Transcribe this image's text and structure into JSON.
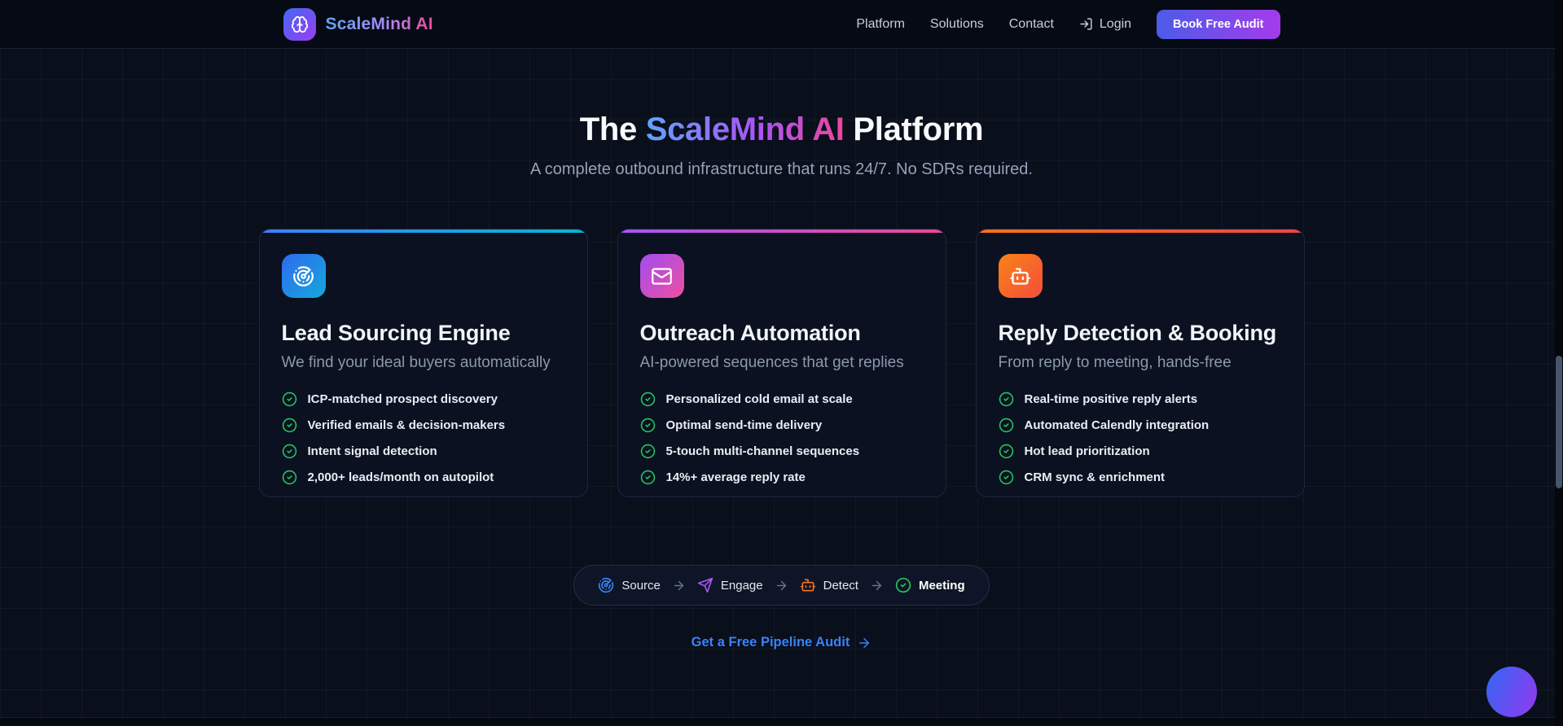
{
  "brand": {
    "name": "ScaleMind AI",
    "logo_icon": "brain-icon"
  },
  "nav": {
    "links": [
      {
        "label": "Platform"
      },
      {
        "label": "Solutions"
      },
      {
        "label": "Contact"
      }
    ],
    "login": {
      "label": "Login",
      "icon": "log-in-icon"
    },
    "cta": {
      "label": "Book Free Audit"
    }
  },
  "hero": {
    "title_prefix": "The ",
    "title_highlight": "ScaleMind AI",
    "title_suffix": " Platform",
    "subtitle": "A complete outbound infrastructure that runs 24/7. No SDRs required."
  },
  "cards": [
    {
      "icon": "radar-icon",
      "accent_from": "#3b82f6",
      "accent_to": "#06b6d4",
      "title": "Lead Sourcing Engine",
      "subtitle": "We find your ideal buyers automatically",
      "items": [
        "ICP-matched prospect discovery",
        "Verified emails & decision-makers",
        "Intent signal detection",
        "2,000+ leads/month on autopilot"
      ]
    },
    {
      "icon": "mail-icon",
      "accent_from": "#a855f7",
      "accent_to": "#ec4899",
      "title": "Outreach Automation",
      "subtitle": "AI-powered sequences that get replies",
      "items": [
        "Personalized cold email at scale",
        "Optimal send-time delivery",
        "5-touch multi-channel sequences",
        "14%+ average reply rate"
      ]
    },
    {
      "icon": "bot-icon",
      "accent_from": "#f97316",
      "accent_to": "#ef4444",
      "title": "Reply Detection & Booking",
      "subtitle": "From reply to meeting, hands-free",
      "items": [
        "Real-time positive reply alerts",
        "Automated Calendly integration",
        "Hot lead prioritization",
        "CRM sync & enrichment"
      ]
    }
  ],
  "pipeline": {
    "steps": [
      {
        "icon": "radar-icon",
        "label": "Source",
        "color": "#3b82f6"
      },
      {
        "icon": "send-icon",
        "label": "Engage",
        "color": "#a855f7"
      },
      {
        "icon": "bot-icon",
        "label": "Detect",
        "color": "#f97316"
      },
      {
        "icon": "check-circle-icon",
        "label": "Meeting",
        "color": "#22c55e"
      }
    ]
  },
  "cta_link": {
    "label": "Get a Free Pipeline Audit"
  },
  "check_icon_color": "#22c55e",
  "colors": {
    "page_bg": "#0a0f1c",
    "navbar_bg": "#060a14",
    "card_bg": "#0b1120",
    "accent_blue": "#3b82f6",
    "accent_purple": "#a855f7",
    "accent_pink": "#ec4899",
    "accent_orange": "#f97316",
    "accent_green": "#22c55e",
    "button_gradient": [
      "#4b5ce8",
      "#a43bec"
    ],
    "brand_gradient": [
      "#60a5fa",
      "#a78bfa",
      "#ec4899"
    ]
  }
}
